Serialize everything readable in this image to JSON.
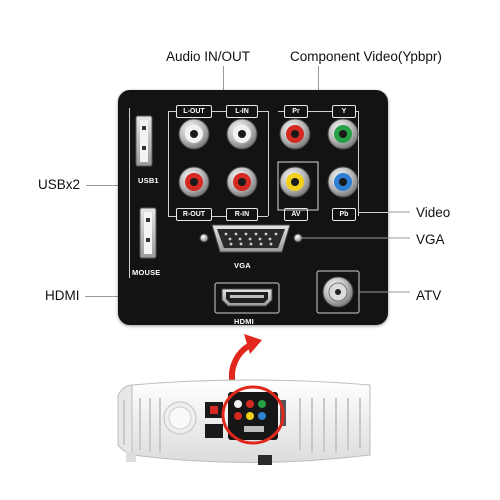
{
  "callouts": {
    "audio": "Audio IN/OUT",
    "component": "Component Video(Ypbpr)",
    "usb": "USBx2",
    "video": "Video",
    "vga": "VGA",
    "hdmi": "HDMI",
    "atv": "ATV"
  },
  "panel_labels": {
    "l_out": "L-OUT",
    "l_in": "L-IN",
    "r_out": "R-OUT",
    "r_in": "R-IN",
    "pr": "Pr",
    "y": "Y",
    "av": "AV",
    "pb": "Pb",
    "usb1": "USB1",
    "mouse": "MOUSE",
    "vga": "VGA",
    "hdmi": "HDMI"
  },
  "colors": {
    "panel": "#131313",
    "rca_white": "#f2f2f2",
    "rca_red": "#d42a22",
    "rca_green": "#27a046",
    "rca_yellow": "#f1cf1a",
    "rca_blue": "#2f7fd4",
    "projector_body": "#f4f4f4",
    "highlight_circle": "#e0281c"
  },
  "icons": [
    "arrow-up-icon"
  ]
}
